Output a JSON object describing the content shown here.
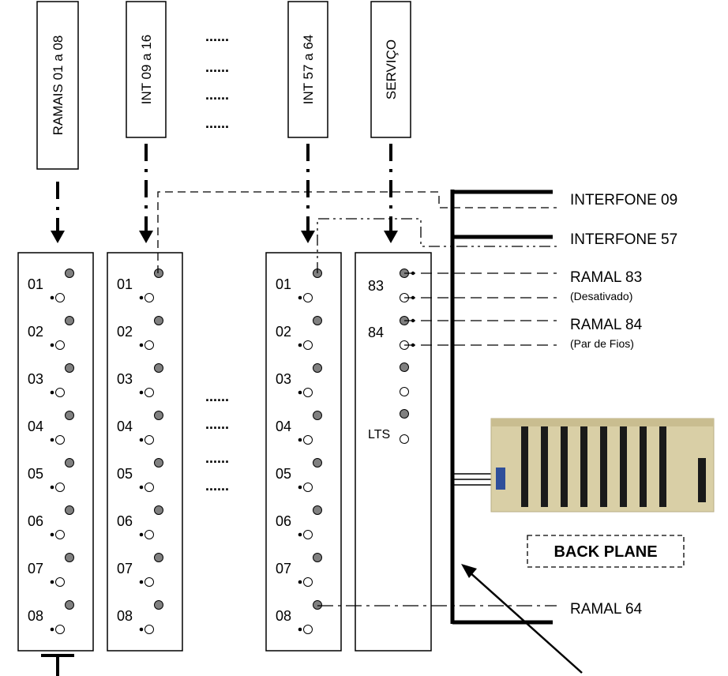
{
  "header_cards": [
    {
      "label": "RAMAIS 01 a 08"
    },
    {
      "label": "INT 09 a 16"
    },
    {
      "label": "INT 57 a 64"
    },
    {
      "label": "SERVIÇO"
    }
  ],
  "ellipsis": "......",
  "card_rows": [
    "01",
    "02",
    "03",
    "04",
    "05",
    "06",
    "07",
    "08"
  ],
  "service_card": {
    "labels": [
      "83",
      "84",
      "LTS"
    ]
  },
  "right_labels": {
    "interfone_09": "INTERFONE 09",
    "interfone_57": "INTERFONE 57",
    "ramal_83": "RAMAL 83",
    "ramal_83_note": "(Desativado)",
    "ramal_84": "RAMAL 84",
    "ramal_84_note": "(Par de Fios)",
    "ramal_64": "RAMAL 64"
  },
  "back_plane_label": "BACK PLANE",
  "colors": {
    "line": "#000000",
    "pin_fill": "#808080",
    "board": "#d9cfa6",
    "connector": "#1a1a1a"
  }
}
